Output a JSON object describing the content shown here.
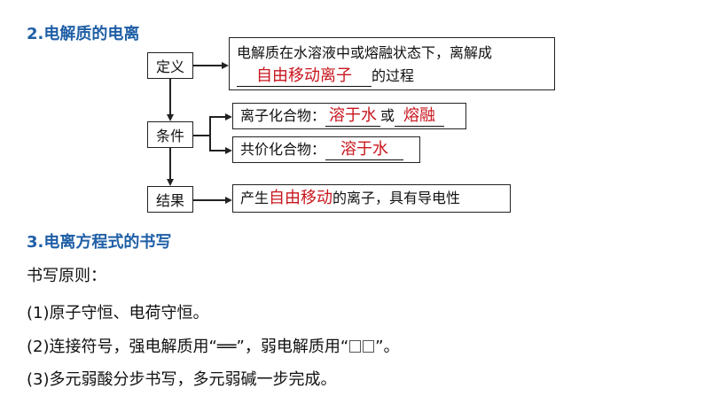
{
  "headings": {
    "section2": "2.电解质的电离",
    "section3": "3.电离方程式的书写"
  },
  "diagram": {
    "definition_label": "定义",
    "condition_label": "条件",
    "result_label": "结果",
    "definition_line1": "电解质在水溶液中或熔融状态下，离解成",
    "definition_answer": "自由移动离子",
    "definition_suffix": "的过程",
    "ionic_prefix": "离子化合物：",
    "ionic_answer1": "溶于水",
    "ionic_or": "或",
    "ionic_answer2": "熔融",
    "covalent_prefix": "共价化合物：",
    "covalent_answer": "溶于水",
    "result_prefix": "产生",
    "result_answer": "自由移动",
    "result_suffix": "的离子，具有导电性"
  },
  "principles": {
    "title": "书写原则：",
    "item1": "(1)原子守恒、电荷守恒。",
    "item2_a": "(2)连接符号，强电解质用“",
    "item2_strong_symbol": "══",
    "item2_b": "”，弱电解质用“",
    "item2_c": "”。",
    "item3": "(3)多元弱酸分步书写，多元弱碱一步完成。"
  }
}
